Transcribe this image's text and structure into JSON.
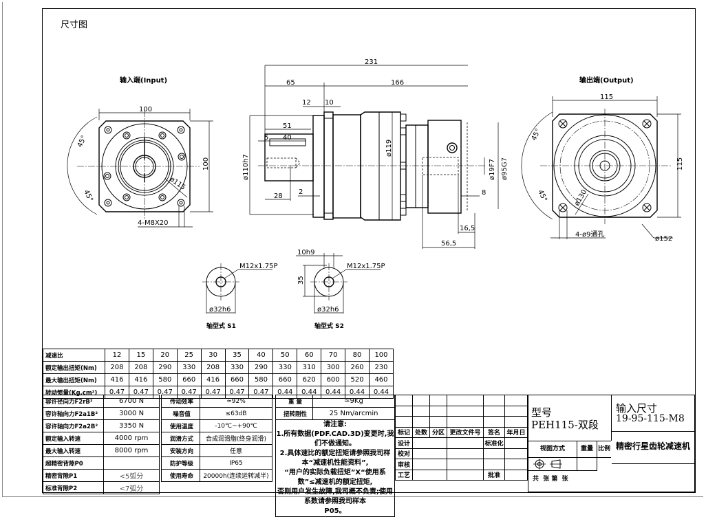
{
  "drawing": {
    "title": "尺寸图",
    "input_view_label": "输入端(Input)",
    "output_view_label": "输出端(Output)"
  },
  "input_view": {
    "width_dim": "100",
    "height_dim": "100",
    "angle_top": "45°",
    "angle_bottom": "45°",
    "pcd": "ø115",
    "holes": "4-M8X20"
  },
  "side_view": {
    "overall": "231",
    "input_len": "65",
    "output_len": "166",
    "d12": "12",
    "d10": "10",
    "d51": "51",
    "d5": "5",
    "d40": "40",
    "d28": "28",
    "d2": "2",
    "pilot": "ø110h7",
    "body": "ø119",
    "bore": "ø19F7",
    "out_pilot": "ø95G7",
    "d8": "8",
    "d16_5": "16,5",
    "d56_5": "56,5"
  },
  "output_view": {
    "width_dim": "115",
    "height_dim": "115",
    "angle_top": "45°",
    "angle_bottom": "45°",
    "pcd": "ø130",
    "holes": "4-ø9通孔",
    "outer": "ø152"
  },
  "shaft_s1": {
    "thread": "M12x1.75P",
    "dia": "ø32h6",
    "label": "轴型式 S1"
  },
  "shaft_s2": {
    "thread": "M12x1.75P",
    "dia": "ø32h6",
    "key": "10h9",
    "height": "35",
    "label": "轴型式 S2"
  },
  "ratio_table": {
    "rows": [
      {
        "label": "减速比",
        "values": [
          "12",
          "15",
          "20",
          "25",
          "30",
          "35",
          "40",
          "50",
          "60",
          "70",
          "80",
          "100"
        ]
      },
      {
        "label": "额定输出扭矩(Nm)",
        "values": [
          "208",
          "208",
          "290",
          "330",
          "208",
          "330",
          "290",
          "330",
          "310",
          "300",
          "260",
          "230"
        ]
      },
      {
        "label": "最大输出扭矩(Nm)",
        "values": [
          "416",
          "416",
          "580",
          "660",
          "416",
          "660",
          "580",
          "660",
          "620",
          "600",
          "520",
          "460"
        ]
      },
      {
        "label": "转动惯量(Kg.cm²)",
        "values": [
          "0.47",
          "0.47",
          "0.47",
          "0.47",
          "0.47",
          "0.47",
          "0.47",
          "0.44",
          "0.44",
          "0.44",
          "0.44",
          "0.44"
        ]
      }
    ]
  },
  "spec_left": [
    {
      "label": "容许径向力F2rB²",
      "value": "6700 N"
    },
    {
      "label": "容许轴向力F2a1B²",
      "value": "3000 N"
    },
    {
      "label": "容许轴向力F2a2B²",
      "value": "3350 N"
    },
    {
      "label": "额定输入转速",
      "value": "4000 rpm"
    },
    {
      "label": "最大输入转速",
      "value": "8000 rpm"
    },
    {
      "label": "超精密背隙P0",
      "value": ""
    },
    {
      "label": "精密背隙P1",
      "value": "<5弧分"
    },
    {
      "label": "标准背隙P2",
      "value": "<7弧分"
    }
  ],
  "spec_mid": [
    {
      "label": "传动效率",
      "value": "≈92%"
    },
    {
      "label": "噪音值",
      "value": "≤63dB"
    },
    {
      "label": "使用温度",
      "value": "-10℃~+90℃"
    },
    {
      "label": "润滑方式",
      "value": "合成润滑脂(终身润滑)"
    },
    {
      "label": "安装方向",
      "value": "任意"
    },
    {
      "label": "防护等级",
      "value": "IP65"
    },
    {
      "label": "使用寿命",
      "value": "20000h(连续运转减半)"
    }
  ],
  "spec_right": [
    {
      "label": "重 量",
      "value": "≈9Kg"
    },
    {
      "label": "扭转刚性",
      "value": "25 Nm/arcmin"
    }
  ],
  "notes": {
    "title": "请注意:",
    "line1": "1.所有数据(PDF.CAD.3D)变更时,我们不做通知。",
    "line2": "2.具体速比的额定扭矩请参照我司样本“减速机性能资料”,",
    "line3": "“用户的实际负载扭矩”X“使用系数”≤减速机的额定扭矩,",
    "line4": "否则用户发生故障,我司概不负责;使用系数请参照我司样本",
    "line5": "P05。"
  },
  "revision_block": {
    "headers": [
      "标记",
      "处数",
      "分区",
      "更改文件号",
      "签名",
      "年月日"
    ],
    "design": "设计",
    "standard": "标准化",
    "check": "校对",
    "review": "审核",
    "process": "工艺",
    "approve": "批准"
  },
  "title_block": {
    "model_label": "型号",
    "model": "PEH115-双段",
    "input_size_label": "输入尺寸",
    "input_size": "19-95-115-M8",
    "product_name": "精密行星齿轮减速机",
    "view_method": "视图方式",
    "weight": "重量",
    "scale": "比例",
    "sheets": "共  张 第  张"
  }
}
